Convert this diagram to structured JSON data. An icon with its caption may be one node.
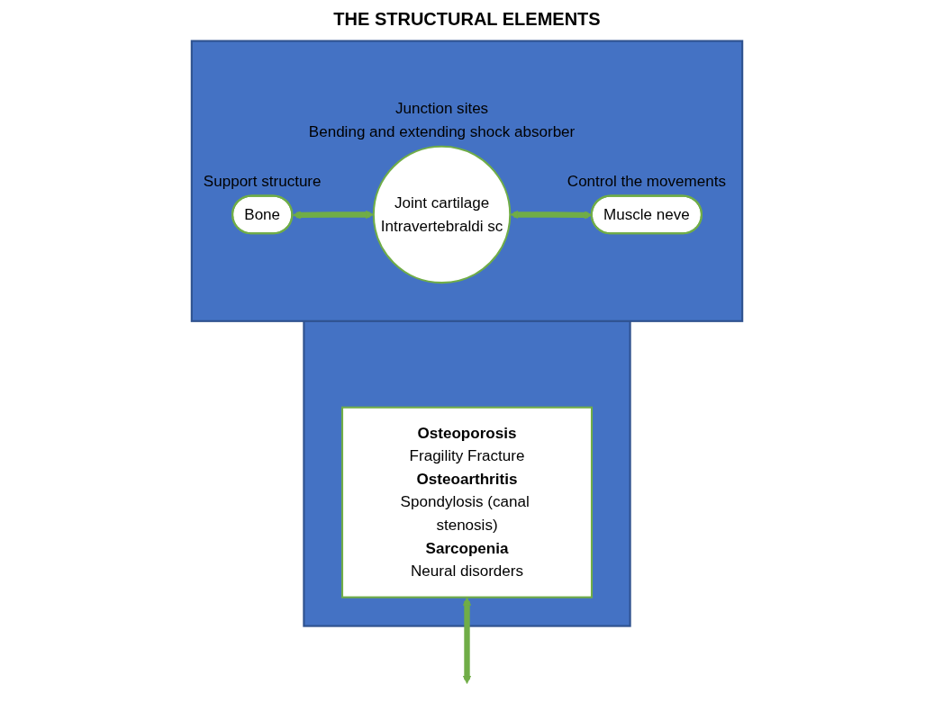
{
  "diagram": {
    "title": "THE STRUCTURAL ELEMENTS",
    "nodes": [
      {
        "text": [],
        "shape": "box"
      },
      {
        "text": [
          "Bone"
        ],
        "in": 0,
        "beside": [
          "Support structure"
        ]
      },
      {
        "text": [
          "Joint cartilage",
          "Intravertebraldi sc"
        ],
        "in": 0,
        "beside": [
          "Junction sites",
          "Bending and extending shock absorber"
        ]
      },
      {
        "text": [
          "Muscle neve"
        ],
        "in": 0,
        "beside": [
          "Control the movements"
        ]
      },
      {
        "text": [],
        "shape": "box"
      },
      {
        "text": [
          "Osteoporosis",
          "Fragility Fracture",
          "Osteoarthritis",
          "Spondylosis (canal stenosis)",
          "Sarcopenia",
          "Neural disorders"
        ],
        "in": 4
      }
    ],
    "edges": [
      {
        "from": 1,
        "to": 2,
        "arrow": "both"
      },
      {
        "from": 2,
        "to": 3,
        "arrow": "both"
      },
      {
        "from": 5,
        "to": null,
        "arrow": "both"
      }
    ]
  }
}
